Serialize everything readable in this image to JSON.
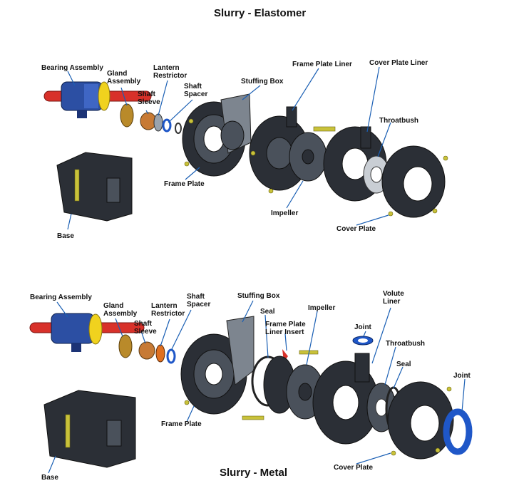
{
  "diagrams": [
    {
      "title": "Slurry - Elastomer",
      "labels": {
        "bearing_assembly": "Bearing Assembly",
        "gland_assembly": "Gland Assembly",
        "lantern_restrictor": "Lantern Restrictor",
        "shaft_spacer": "Shaft Spacer",
        "shaft_sleeve": "Shaft Sleeve",
        "stuffing_box": "Stuffing Box",
        "frame_plate_liner": "Frame Plate Liner",
        "cover_plate_liner": "Cover Plate Liner",
        "throatbush": "Throatbush",
        "frame_plate": "Frame Plate",
        "impeller": "Impeller",
        "cover_plate": "Cover Plate",
        "base": "Base"
      }
    },
    {
      "title": "Slurry - Metal",
      "labels": {
        "bearing_assembly": "Bearing Assembly",
        "gland_assembly": "Gland Assembly",
        "lantern_restrictor": "Lantern Restrictor",
        "shaft_spacer": "Shaft Spacer",
        "shaft_sleeve": "Shaft Sleeve",
        "stuffing_box": "Stuffing Box",
        "seal": "Seal",
        "frame_plate_liner_insert": "Frame Plate Liner Insert",
        "impeller": "Impeller",
        "volute_liner": "Volute Liner",
        "joint": "Joint",
        "throatbush": "Throatbush",
        "seal_2": "Seal",
        "joint_2": "Joint",
        "frame_plate": "Frame Plate",
        "cover_plate": "Cover Plate",
        "base": "Base"
      }
    }
  ],
  "colors": {
    "shaft": "#d8312a",
    "bearing_housing": "#2c4fa3",
    "bearing_ring": "#f0d21e",
    "joint_ring": "#1f57c8",
    "leader": "#1a5fb4",
    "casting": "#2b2f36"
  }
}
